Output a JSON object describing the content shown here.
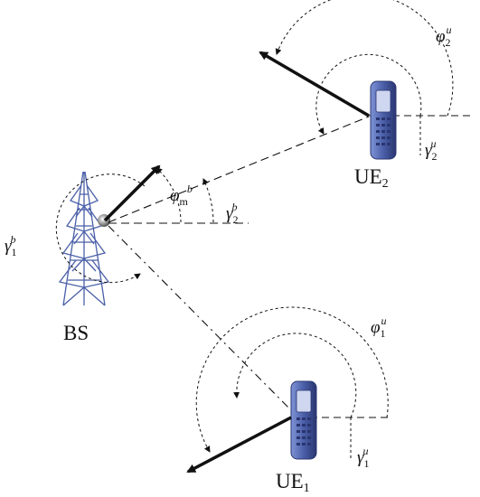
{
  "labels": {
    "bs": "BS",
    "ue1_base": "UE",
    "ue1_sub": "1",
    "ue2_base": "UE",
    "ue2_sub": "2",
    "phi": "φ",
    "gamma": "γ",
    "sup_u": "u",
    "sup_b": "b",
    "sub_m": "m",
    "sub_1": "1",
    "sub_2": "2"
  },
  "icons": {
    "tower": "cell-tower-icon",
    "phone": "mobile-phone-icon"
  },
  "colors": {
    "ink": "#111111",
    "device_blue": "#4a5fa8",
    "device_dark": "#2a3570"
  }
}
